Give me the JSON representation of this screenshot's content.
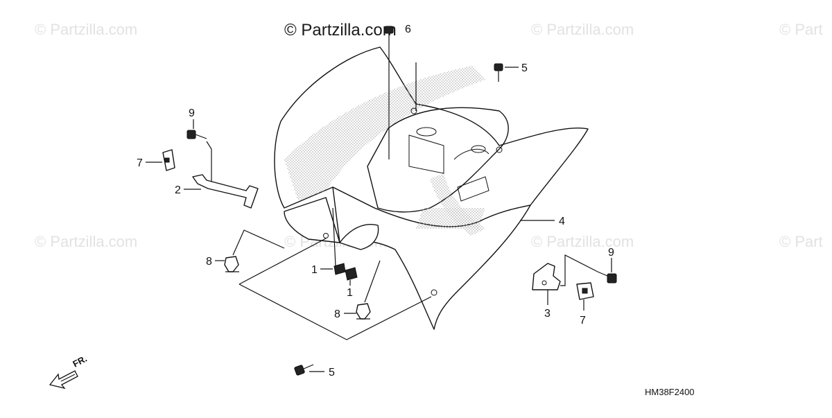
{
  "watermarks": {
    "main": "© Partzilla.com",
    "faint": "© Partzilla.com",
    "faint_edge": "© Part"
  },
  "diagram_code": "HM38F2400",
  "direction_label": "FR.",
  "callouts": {
    "c1a": "1",
    "c1b": "1",
    "c2": "2",
    "c3": "3",
    "c4": "4",
    "c5a": "5",
    "c5b": "5",
    "c6": "6",
    "c7a": "7",
    "c7b": "7",
    "c8a": "8",
    "c8b": "8",
    "c9a": "9",
    "c9b": "9"
  },
  "colors": {
    "line": "#111111",
    "watermark": "#e2e2e2",
    "background": "#ffffff"
  }
}
